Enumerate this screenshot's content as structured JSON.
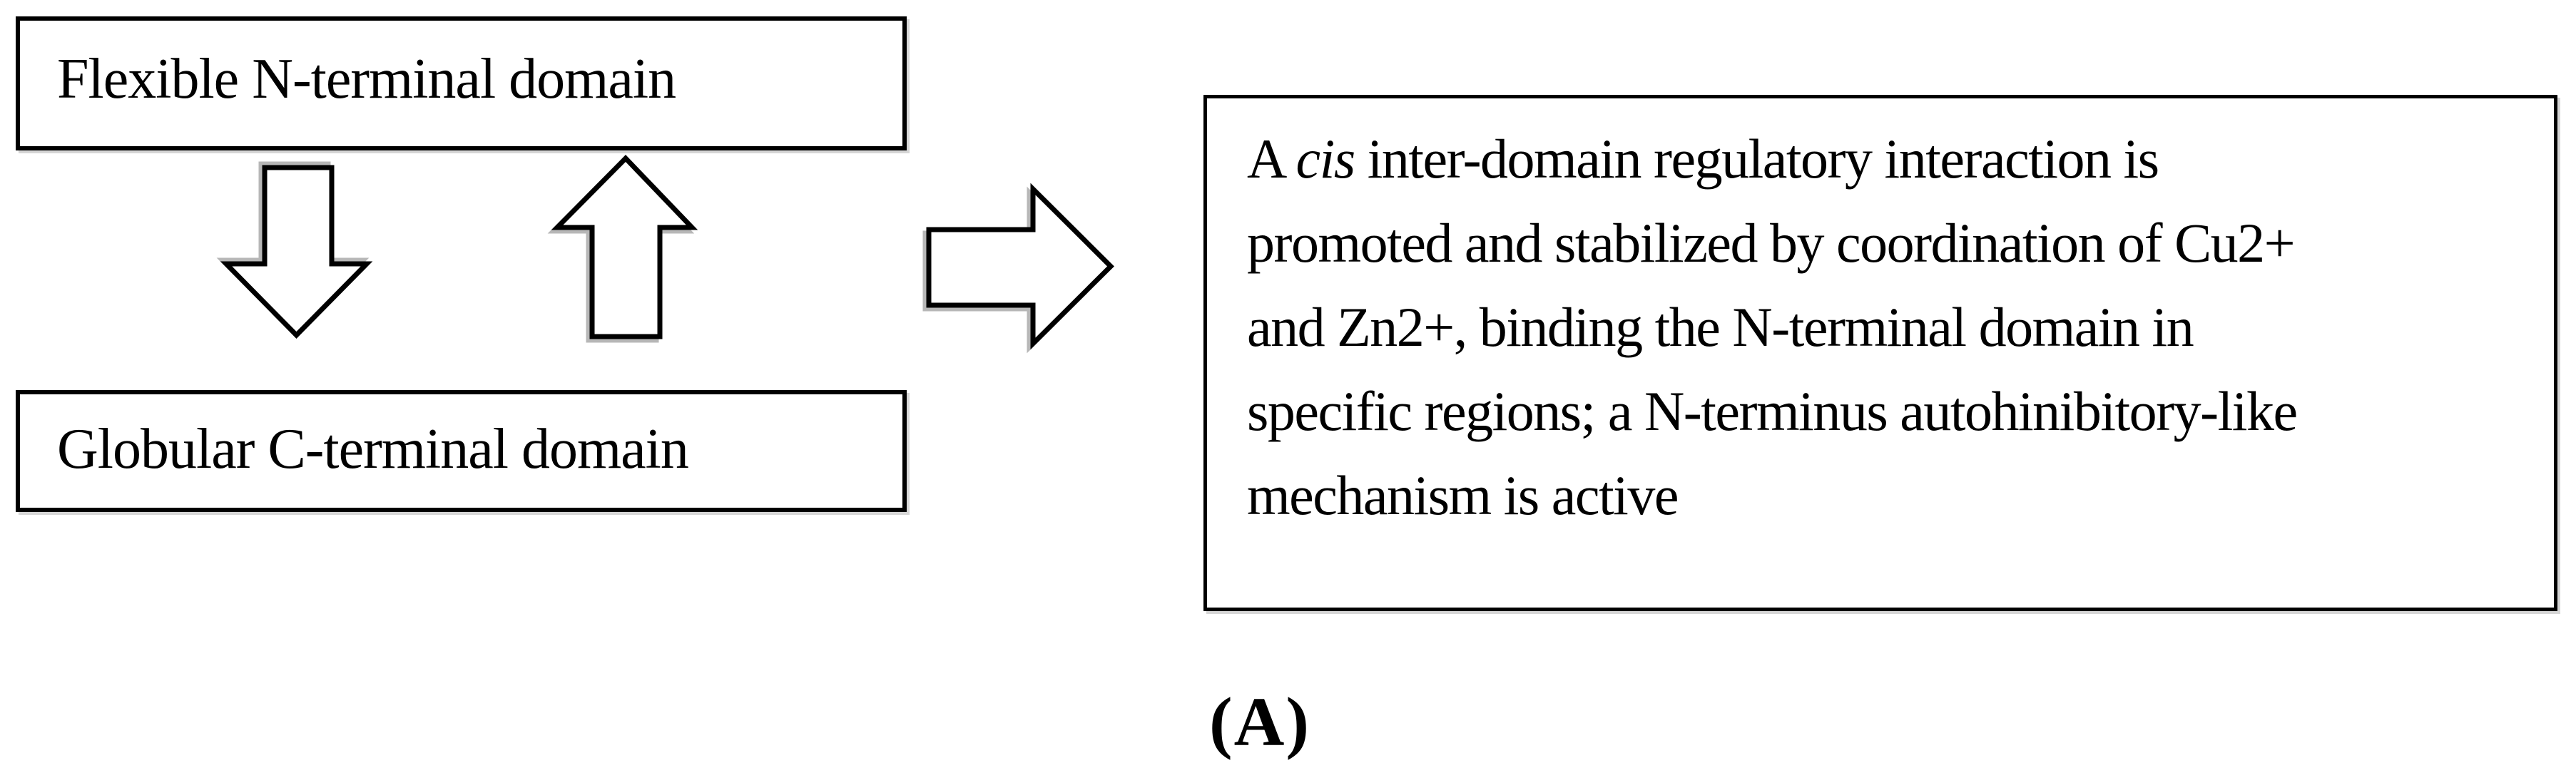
{
  "figure": {
    "type": "diagram",
    "panel_label": "(A)",
    "boxes": {
      "n_terminal": {
        "label": "Flexible N-terminal domain"
      },
      "c_terminal": {
        "label": "Globular C-terminal domain"
      },
      "description": {
        "lines": [
          [
            {
              "text": "A "
            },
            {
              "text": "cis",
              "italic": true
            },
            {
              "text": " inter-domain regulatory interaction is"
            }
          ],
          [
            {
              "text": "promoted and stabilized by coordination of Cu2+"
            }
          ],
          [
            {
              "text": "and Zn2+, binding the N-terminal domain in"
            }
          ],
          [
            {
              "text": "specific regions; a N-terminus autohinibitory-like"
            }
          ],
          [
            {
              "text": "mechanism is active"
            }
          ]
        ]
      }
    },
    "arrows": [
      {
        "name": "down-arrow",
        "meaning": "N-terminal to C-terminal interaction"
      },
      {
        "name": "up-arrow",
        "meaning": "C-terminal to N-terminal interaction"
      },
      {
        "name": "right-arrow",
        "meaning": "leads to"
      }
    ],
    "colors": {
      "ink": "#000000",
      "background": "#ffffff",
      "shadow": "#aaaaaa"
    }
  }
}
